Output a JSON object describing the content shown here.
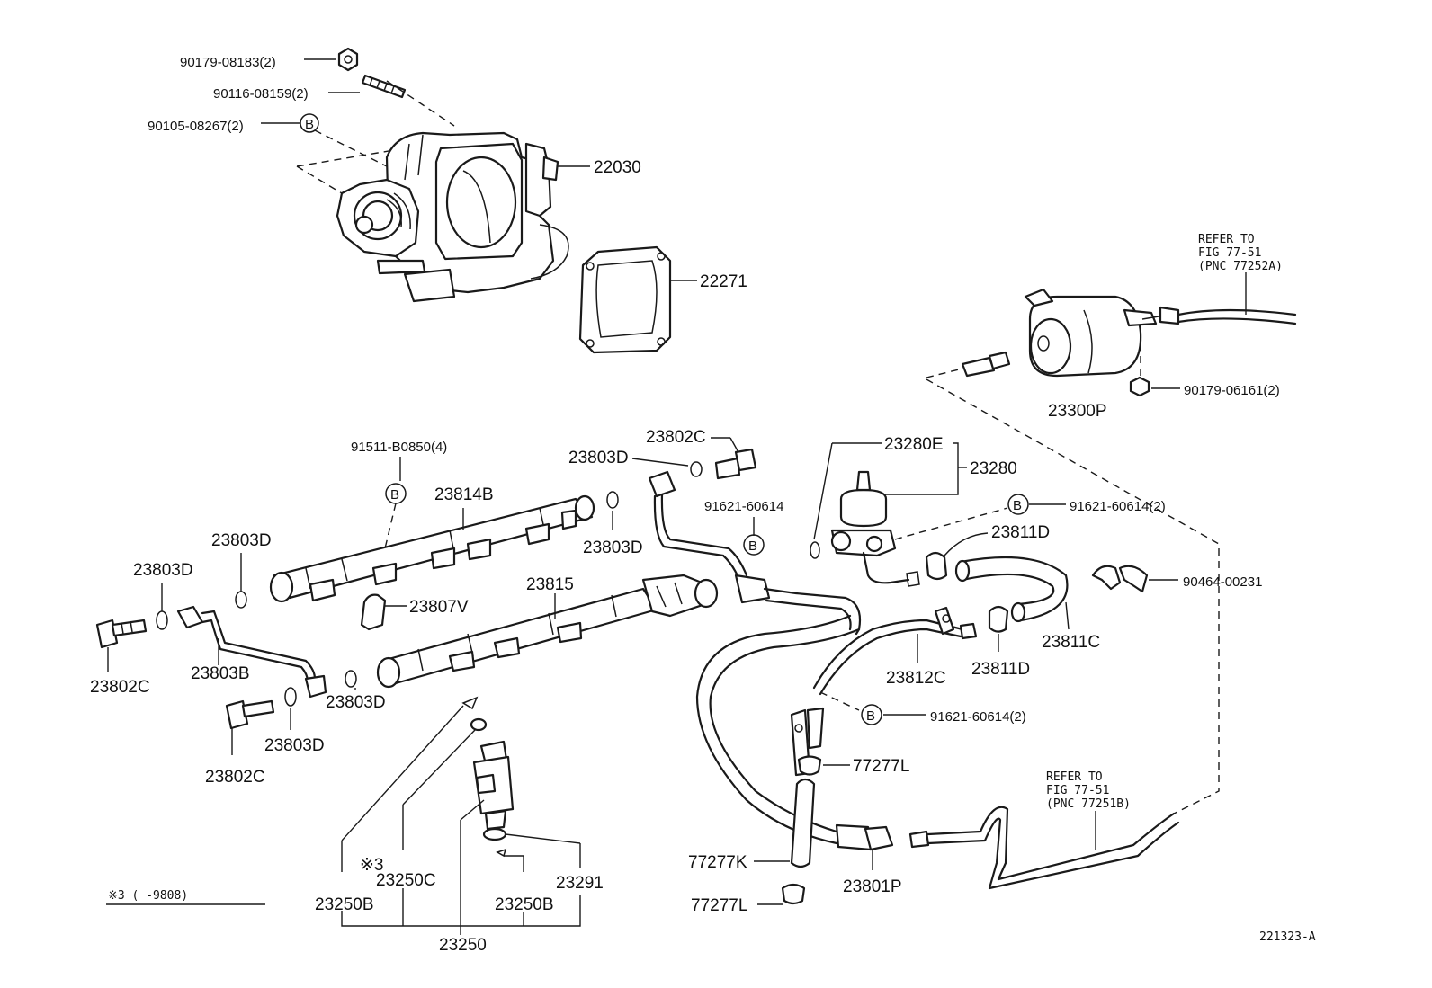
{
  "labels": {
    "p90179_08183": "90179-08183(2)",
    "p90116_08159": "90116-08159(2)",
    "p90105_08267": "90105-08267(2)",
    "p22030": "22030",
    "p22271": "22271",
    "p90179_06161": "90179-06161(2)",
    "p23300P": "23300P",
    "p91511_B0850": "91511-B0850(4)",
    "p23814B": "23814B",
    "p23802C_top": "23802C",
    "p23803D_top": "23803D",
    "p23280E": "23280E",
    "p23280": "23280",
    "p91621_60614_a": "91621-60614",
    "p91621_60614_b": "91621-60614(2)",
    "p91621_60614_c": "91621-60614(2)",
    "p23811D_a": "23811D",
    "p23811D_b": "23811D",
    "p90464_00231": "90464-00231",
    "p23811C": "23811C",
    "p23812C": "23812C",
    "p23803D_a": "23803D",
    "p23803D_b": "23803D",
    "p23803D_c": "23803D",
    "p23803D_d": "23803D",
    "p23803D_e": "23803D",
    "p23807V": "23807V",
    "p23815": "23815",
    "p23803B": "23803B",
    "p23802C_a": "23802C",
    "p23802C_b": "23802C",
    "p77277L_a": "77277L",
    "p77277K": "77277K",
    "p77277L_b": "77277L",
    "p23801P": "23801P",
    "p23250C": "23250C",
    "p23250B_a": "23250B",
    "p23250B_b": "23250B",
    "p23291": "23291",
    "p23250": "23250",
    "note_mark": "※3",
    "note_footnote": "※3 (    -9808)",
    "circle_b": "B",
    "drawing_id": "221323-A"
  },
  "refer_notes": {
    "top": [
      "REFER TO",
      "FIG 77-51",
      "(PNC 77252A)"
    ],
    "bottom": [
      "REFER TO",
      "FIG 77-51",
      "(PNC 77251B)"
    ]
  },
  "colors": {
    "ink": "#1a1a1a",
    "background": "#ffffff"
  }
}
